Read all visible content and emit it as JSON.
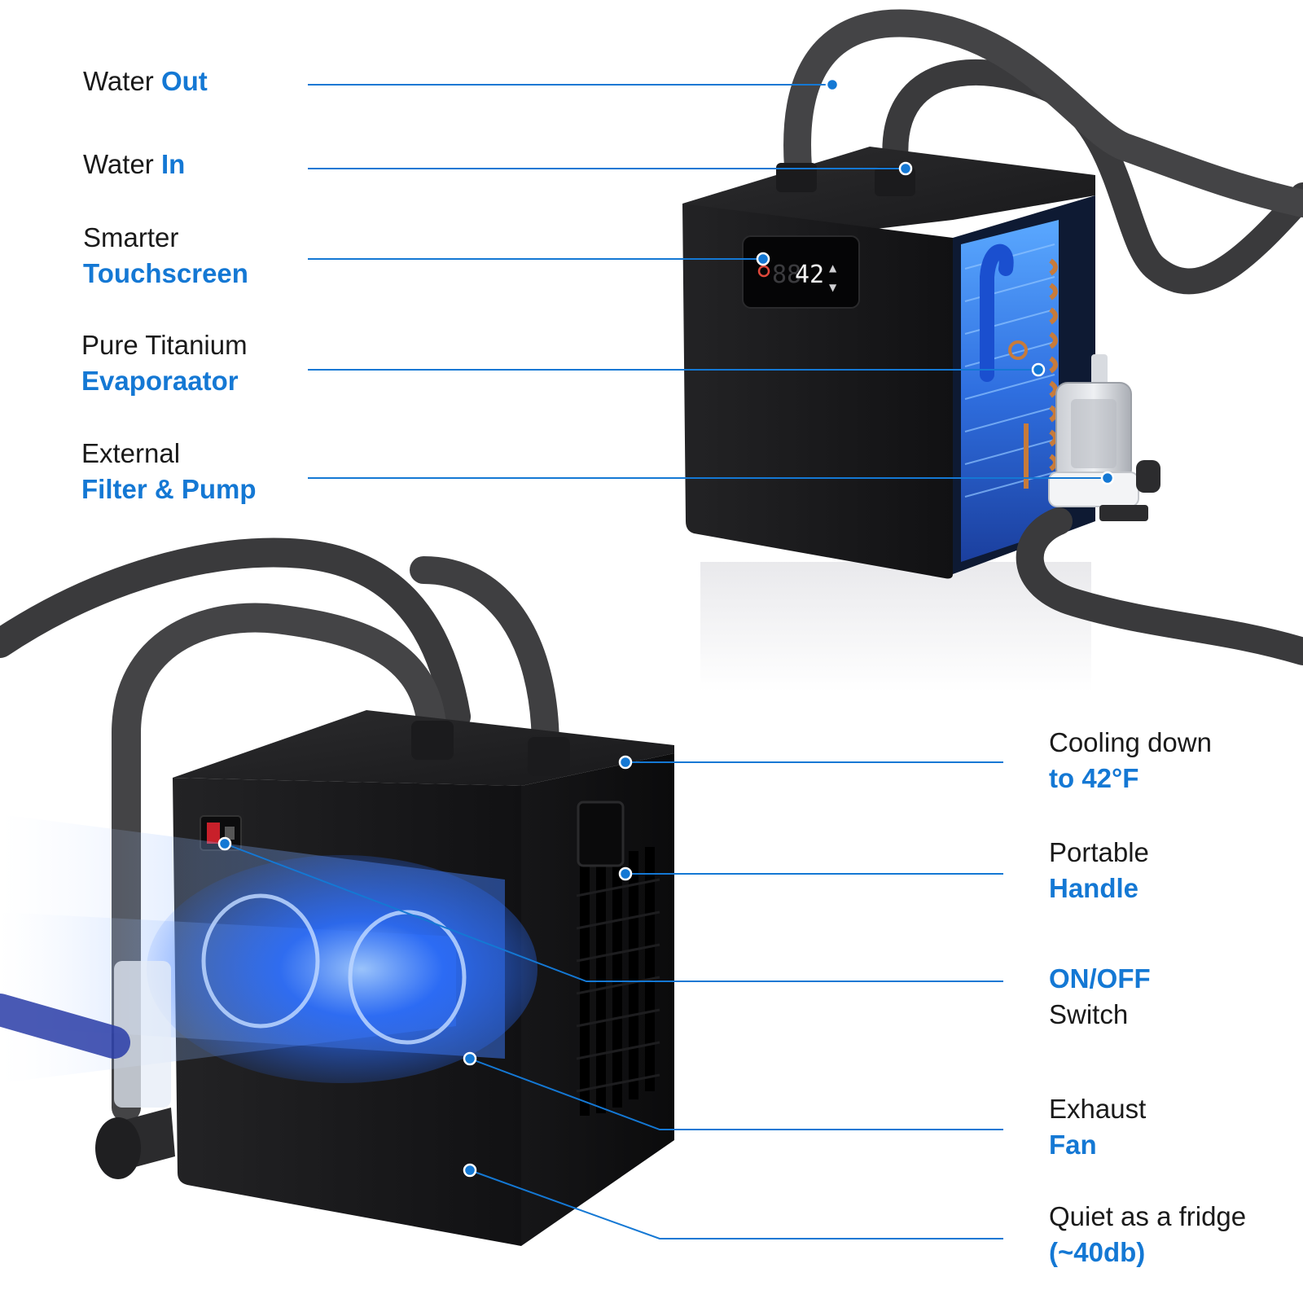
{
  "colors": {
    "accent": "#1478d4",
    "text": "#1a1a1a",
    "unit_body": "#1c1c1e",
    "hose": "#3a3a3c",
    "glow": "#2a6dff"
  },
  "display": {
    "readout": "42"
  },
  "callouts": {
    "water_out": {
      "plain": "Water ",
      "highlight": "Out"
    },
    "water_in": {
      "plain": "Water ",
      "highlight": "In"
    },
    "touchscreen": {
      "plain": "Smarter",
      "highlight": "Touchscreen"
    },
    "evaporator": {
      "plain": "Pure Titanium",
      "highlight": "Evaporaator"
    },
    "filter_pump": {
      "plain": "External",
      "highlight": "Filter & Pump"
    },
    "cooling": {
      "plain": "Cooling down",
      "highlight": "to 42°F"
    },
    "handle": {
      "plain": "Portable",
      "highlight": "Handle"
    },
    "onoff": {
      "highlight": "ON/OFF",
      "plain": "Switch"
    },
    "exhaust": {
      "plain": "Exhaust",
      "highlight": "Fan"
    },
    "quiet": {
      "plain": "Quiet as a fridge",
      "highlight": "(~40db)"
    }
  },
  "icons": [
    "power-icon",
    "up-arrow-icon",
    "down-arrow-icon",
    "fan-icon",
    "callout-dot-icon"
  ]
}
